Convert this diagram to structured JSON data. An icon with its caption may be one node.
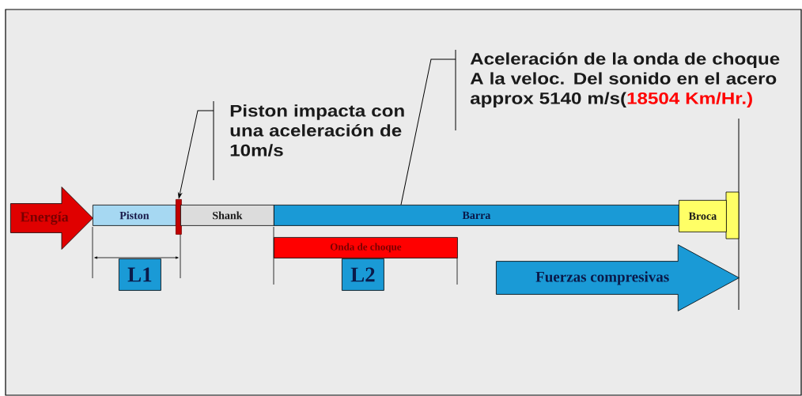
{
  "diagram": {
    "nodes": [
      {
        "text": [
          "Energía"
        ]
      },
      {
        "text": [
          "Piston"
        ]
      },
      {
        "text": [],
        "shape": "bar"
      },
      {
        "text": [
          "Shank"
        ]
      },
      {
        "text": [
          "Barra"
        ]
      },
      {
        "text": [
          "Broca"
        ]
      },
      {
        "text": [
          "Onda de choque"
        ]
      },
      {
        "text": [
          "L1"
        ]
      },
      {
        "text": [
          "L2"
        ]
      },
      {
        "text": [
          "Fuerzas compresivas"
        ]
      },
      {
        "text": [
          "Piston impacta con una aceleración de 10m/s"
        ]
      },
      {
        "text": [
          "Aceleración de la onda de choque A la veloc. Del sonido en el acero approx 5140 m/s(",
          "18504 Km/Hr.)"
        ]
      }
    ],
    "edges": [
      {
        "from": 10,
        "to": 2,
        "arrow": "to"
      },
      {
        "from": 11,
        "to": 4,
        "arrow": "none"
      }
    ]
  }
}
